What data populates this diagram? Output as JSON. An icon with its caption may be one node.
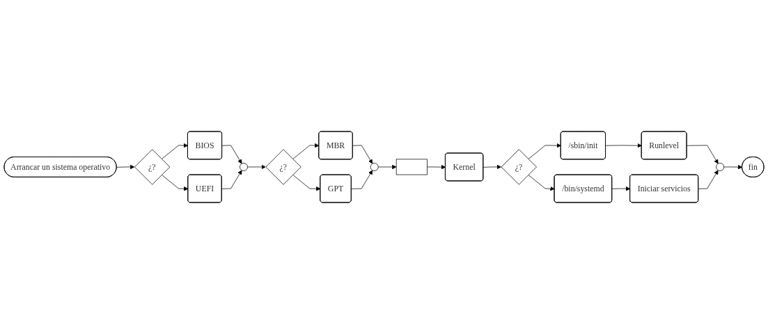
{
  "diagram": {
    "nodes": [
      {
        "text": [
          "Arrancar un sistema operativo"
        ]
      },
      {
        "text": [
          "¿?"
        ]
      },
      {
        "text": [
          "BIOS"
        ]
      },
      {
        "text": [
          "UEFI"
        ]
      },
      {
        "text": [],
        "shape": "circle"
      },
      {
        "text": [
          "¿?"
        ]
      },
      {
        "text": [
          "MBR"
        ]
      },
      {
        "text": [
          "GPT"
        ]
      },
      {
        "text": [],
        "shape": "circle"
      },
      {
        "text": [],
        "shape": "box"
      },
      {
        "text": [
          "Kernel"
        ]
      },
      {
        "text": [
          "¿?"
        ]
      },
      {
        "text": [
          "/sbin/init"
        ]
      },
      {
        "text": [
          "Runlevel"
        ]
      },
      {
        "text": [
          "/bin/systemd"
        ]
      },
      {
        "text": [
          "Iniciar servicios"
        ]
      },
      {
        "text": [],
        "shape": "circle"
      },
      {
        "text": [
          "fin"
        ]
      }
    ],
    "edges": [
      {
        "from": 0,
        "to": 1,
        "arrow": "to"
      },
      {
        "from": 1,
        "to": 2,
        "arrow": "to"
      },
      {
        "from": 1,
        "to": 3,
        "arrow": "to"
      },
      {
        "from": 2,
        "to": 4,
        "arrow": "to"
      },
      {
        "from": 3,
        "to": 4,
        "arrow": "to"
      },
      {
        "from": 4,
        "to": 5,
        "arrow": "to"
      },
      {
        "from": 5,
        "to": 6,
        "arrow": "to"
      },
      {
        "from": 5,
        "to": 7,
        "arrow": "to"
      },
      {
        "from": 6,
        "to": 8,
        "arrow": "to"
      },
      {
        "from": 7,
        "to": 8,
        "arrow": "to"
      },
      {
        "from": 8,
        "to": 9,
        "arrow": "to"
      },
      {
        "from": 9,
        "to": 10,
        "arrow": "to"
      },
      {
        "from": 10,
        "to": 11,
        "arrow": "to"
      },
      {
        "from": 11,
        "to": 12,
        "arrow": "to"
      },
      {
        "from": 12,
        "to": 13,
        "arrow": "to"
      },
      {
        "from": 11,
        "to": 14,
        "arrow": "to"
      },
      {
        "from": 14,
        "to": 15,
        "arrow": "to"
      },
      {
        "from": 13,
        "to": 16,
        "arrow": "to"
      },
      {
        "from": 15,
        "to": 16,
        "arrow": "to"
      },
      {
        "from": 16,
        "to": 17,
        "arrow": "to"
      }
    ]
  }
}
